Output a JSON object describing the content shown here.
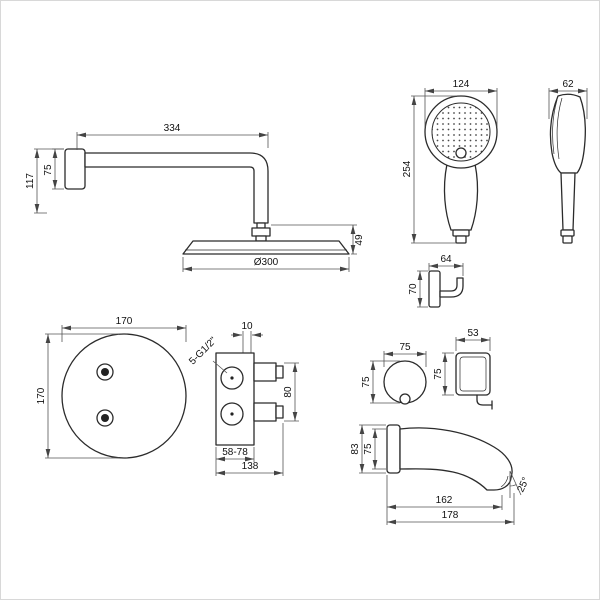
{
  "views": {
    "shower_arm": {
      "length": "334",
      "plate_height": "75",
      "total_height": "117",
      "head_height": "49",
      "head_diameter": "Ø300"
    },
    "handshower_front": {
      "width": "124",
      "height": "254"
    },
    "handshower_side": {
      "width": "62"
    },
    "holder": {
      "width": "64",
      "height": "70"
    },
    "trim_plate": {
      "width": "170",
      "height": "170"
    },
    "valve": {
      "plate_offset": "10",
      "thread_label": "5-G1/2\"",
      "port_spacing": "80",
      "depth_range": "58-78",
      "width": "138"
    },
    "outlet_front": {
      "width": "75",
      "height": "75"
    },
    "outlet_side": {
      "depth": "53",
      "height": "75"
    },
    "spout": {
      "flange_height": "83",
      "body_height": "75",
      "length": "162",
      "total_length": "178",
      "angle": "25°"
    }
  }
}
